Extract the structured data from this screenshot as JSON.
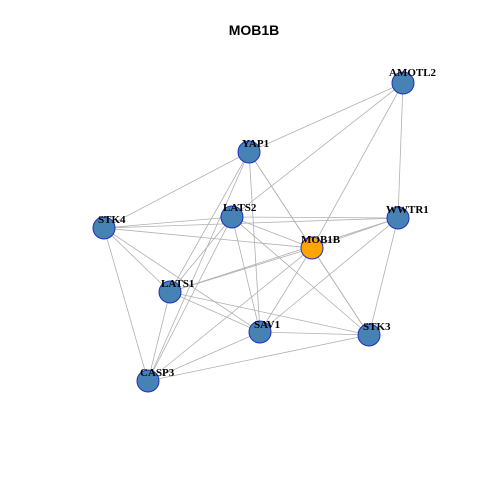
{
  "title": "MOB1B",
  "colors": {
    "node_default": "#4682b4",
    "node_focus": "#ffa500",
    "edge": "#b0b0b0",
    "node_border": "#1f2fbf"
  },
  "nodes": [
    {
      "id": "AMOTL2",
      "label": "AMOTL2",
      "focus": false
    },
    {
      "id": "YAP1",
      "label": "YAP1",
      "focus": false
    },
    {
      "id": "STK4",
      "label": "STK4",
      "focus": false
    },
    {
      "id": "LATS2",
      "label": "LATS2",
      "focus": false
    },
    {
      "id": "WWTR1",
      "label": "WWTR1",
      "focus": false
    },
    {
      "id": "MOB1B",
      "label": "MOB1B",
      "focus": true
    },
    {
      "id": "LATS1",
      "label": "LATS1",
      "focus": false
    },
    {
      "id": "SAV1",
      "label": "SAV1",
      "focus": false
    },
    {
      "id": "STK3",
      "label": "STK3",
      "focus": false
    },
    {
      "id": "CASP3",
      "label": "CASP3",
      "focus": false
    }
  ],
  "edges": [
    [
      "AMOTL2",
      "YAP1"
    ],
    [
      "AMOTL2",
      "LATS2"
    ],
    [
      "AMOTL2",
      "MOB1B"
    ],
    [
      "AMOTL2",
      "WWTR1"
    ],
    [
      "YAP1",
      "STK4"
    ],
    [
      "YAP1",
      "LATS1"
    ],
    [
      "YAP1",
      "SAV1"
    ],
    [
      "YAP1",
      "MOB1B"
    ],
    [
      "YAP1",
      "STK3"
    ],
    [
      "YAP1",
      "CASP3"
    ],
    [
      "STK4",
      "LATS2"
    ],
    [
      "STK4",
      "WWTR1"
    ],
    [
      "STK4",
      "MOB1B"
    ],
    [
      "STK4",
      "LATS1"
    ],
    [
      "STK4",
      "SAV1"
    ],
    [
      "STK4",
      "CASP3"
    ],
    [
      "LATS2",
      "WWTR1"
    ],
    [
      "LATS2",
      "MOB1B"
    ],
    [
      "LATS2",
      "LATS1"
    ],
    [
      "LATS2",
      "SAV1"
    ],
    [
      "LATS2",
      "STK3"
    ],
    [
      "LATS2",
      "CASP3"
    ],
    [
      "WWTR1",
      "MOB1B"
    ],
    [
      "WWTR1",
      "LATS1"
    ],
    [
      "WWTR1",
      "SAV1"
    ],
    [
      "WWTR1",
      "STK3"
    ],
    [
      "MOB1B",
      "LATS1"
    ],
    [
      "MOB1B",
      "SAV1"
    ],
    [
      "MOB1B",
      "STK3"
    ],
    [
      "MOB1B",
      "CASP3"
    ],
    [
      "LATS1",
      "SAV1"
    ],
    [
      "LATS1",
      "STK3"
    ],
    [
      "LATS1",
      "CASP3"
    ],
    [
      "SAV1",
      "STK3"
    ],
    [
      "SAV1",
      "CASP3"
    ],
    [
      "STK3",
      "CASP3"
    ]
  ]
}
